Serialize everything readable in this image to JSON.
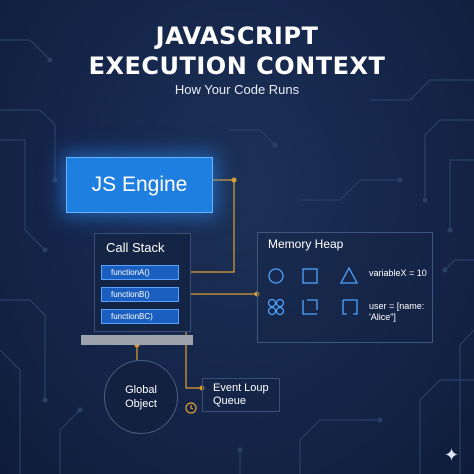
{
  "header": {
    "title_line1": "JAVASCRIPT",
    "title_line2": "EXECUTION CONTEXT",
    "subtitle": "How Your Code Runs"
  },
  "engine": {
    "label": "JS Engine"
  },
  "call_stack": {
    "label": "Call Stack",
    "frames": [
      "functionA()",
      "functionB()",
      "functionBC)"
    ]
  },
  "memory_heap": {
    "title": "Memory Heap",
    "entries": [
      "variableX = 10",
      "user = [name:",
      "'Alice\"]"
    ],
    "icons": [
      "circle-icon",
      "square-icon",
      "triangle-icon",
      "clover-icon",
      "dashed-square-icon",
      "bracket-square-icon"
    ]
  },
  "global_object": {
    "line1": "Global",
    "line2": "Object"
  },
  "event_loop": {
    "line1": "Event Loup",
    "line2": "Queue",
    "icon": "clock-icon"
  },
  "colors": {
    "background": "#15254a",
    "engine_blue": "#1f7fe0",
    "frame_blue": "#1a5fc0",
    "connector_orange": "#e0a030",
    "icon_blue": "#4ea3ff",
    "circuit_line": "#2a3f66"
  }
}
